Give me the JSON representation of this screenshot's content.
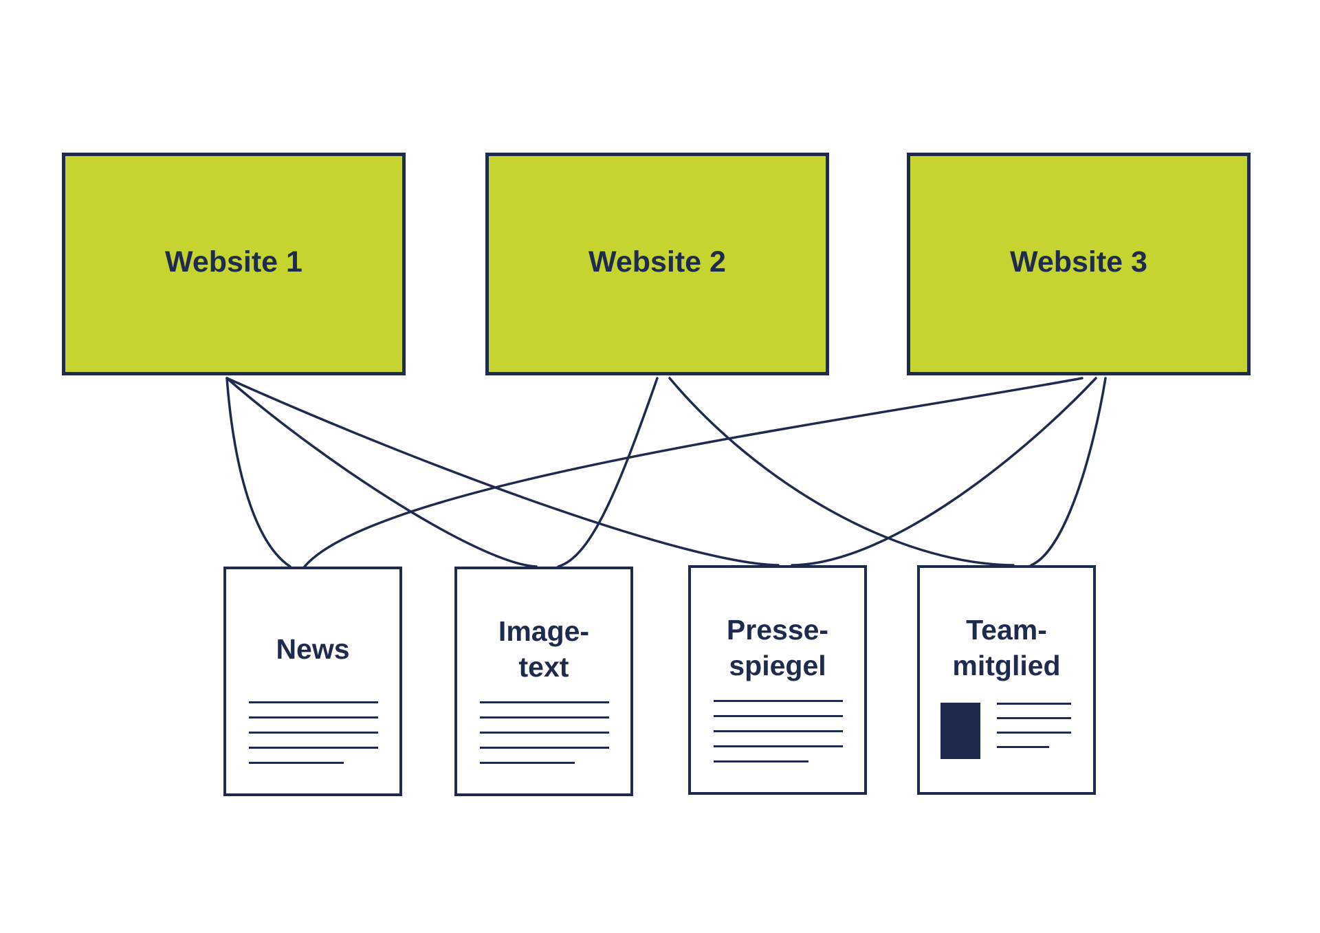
{
  "colors": {
    "outline": "#1e2a4e",
    "website_fill": "#c5d42e",
    "document_fill": "#ffffff",
    "background": "#ffffff"
  },
  "websites": [
    {
      "label": "Website 1"
    },
    {
      "label": "Website 2"
    },
    {
      "label": "Website 3"
    }
  ],
  "content_types": [
    {
      "label_lines": [
        "News"
      ],
      "icon": "text-document-icon"
    },
    {
      "label_lines": [
        "Image-",
        "text"
      ],
      "icon": "text-document-icon"
    },
    {
      "label_lines": [
        "Presse-",
        "spiegel"
      ],
      "icon": "text-document-icon"
    },
    {
      "label_lines": [
        "Team-",
        "mitglied"
      ],
      "icon": "profile-document-icon"
    }
  ],
  "connections": [
    {
      "from": "Website 1",
      "to": "News"
    },
    {
      "from": "Website 1",
      "to": "Image-text"
    },
    {
      "from": "Website 1",
      "to": "Presse-spiegel"
    },
    {
      "from": "Website 2",
      "to": "Image-text"
    },
    {
      "from": "Website 2",
      "to": "Team-mitglied"
    },
    {
      "from": "Website 3",
      "to": "News"
    },
    {
      "from": "Website 3",
      "to": "Presse-spiegel"
    },
    {
      "from": "Website 3",
      "to": "Team-mitglied"
    }
  ]
}
